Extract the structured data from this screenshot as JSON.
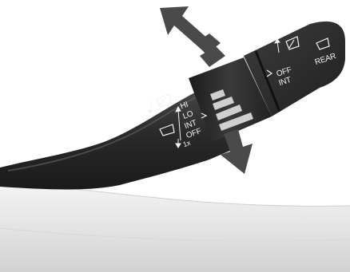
{
  "ring_front_labels": {
    "hi": "HI",
    "lo": "LO",
    "int": "INT",
    "off": "OFF",
    "mist": "1x"
  },
  "end_cap_labels": {
    "off": "OFF",
    "int": "INT",
    "rear": "REAR"
  },
  "colors": {
    "stalk": "#2b2b2b",
    "arrow": "#4a4a4a",
    "label": "#f2f2f2",
    "dashboard": "#e6e6e6"
  },
  "icons": [
    "front-wiper-icon",
    "front-washer-icon",
    "rear-wiper-icon",
    "rear-washer-icon",
    "push-up-arrow",
    "pull-down-arrow"
  ]
}
